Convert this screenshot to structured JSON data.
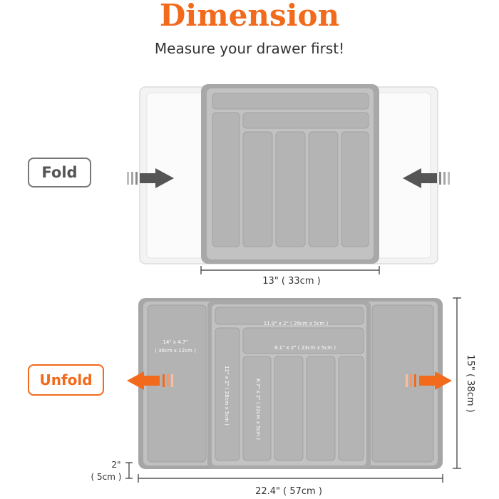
{
  "header": {
    "title": "Dimension",
    "subtitle": "Measure your drawer first!"
  },
  "fold": {
    "label": "Fold",
    "width_label": "13\" ( 33cm )"
  },
  "unfold": {
    "label": "Unfold",
    "width_label": "22.4\" ( 57cm )",
    "height_label": "15\" ( 38cm )",
    "depth_label_top": "2\"",
    "depth_label_bottom": "( 5cm )",
    "side_slot_line1": "14\" x 4.7\"",
    "side_slot_line2": "( 36cm x 12cm )",
    "top_slot": "11.9\" x 2\" ( 29cm x 5cm )",
    "second_slot": "9.1\" x 2\" ( 23cm x 5cm )",
    "left_vertical_slot": "11\" x 2\" ( 28cm x 5cm )",
    "utensil_slot": "8.7\" x 2\" ( 22cm x 5cm )"
  },
  "colors": {
    "accent": "#f26a1b",
    "tray_gray": "#b9b9b9",
    "tray_dark": "#9a9a9a",
    "extension_white": "#f4f4f4",
    "arrow_gray": "#555555"
  }
}
